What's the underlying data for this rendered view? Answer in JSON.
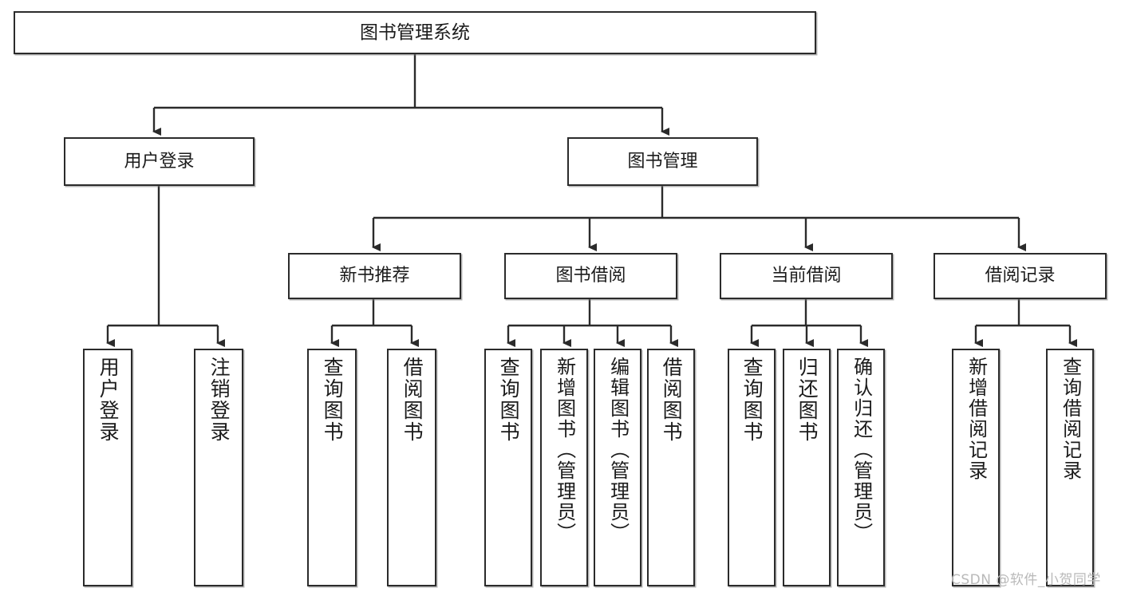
{
  "diagram": {
    "title": "图书管理系统",
    "type": "tree",
    "root": {
      "id": "root",
      "label": "图书管理系统"
    },
    "level2": [
      {
        "id": "user-login",
        "label": "用户登录"
      },
      {
        "id": "book-manage",
        "label": "图书管理"
      }
    ],
    "level3": [
      {
        "id": "new-book-rec",
        "label": "新书推荐"
      },
      {
        "id": "book-borrow",
        "label": "图书借阅"
      },
      {
        "id": "current-borrow",
        "label": "当前借阅"
      },
      {
        "id": "borrow-record",
        "label": "借阅记录"
      }
    ],
    "leaves": [
      {
        "id": "leaf-user-login",
        "label": "用户登录",
        "parent": "user-login"
      },
      {
        "id": "leaf-logout",
        "label": "注销登录",
        "parent": "user-login"
      },
      {
        "id": "leaf-query-book-1",
        "label": "查询图书",
        "parent": "new-book-rec"
      },
      {
        "id": "leaf-borrow-book-1",
        "label": "借阅图书",
        "parent": "new-book-rec"
      },
      {
        "id": "leaf-query-book-2",
        "label": "查询图书",
        "parent": "book-borrow"
      },
      {
        "id": "leaf-add-book",
        "label": "新增图书（管理员）",
        "parent": "book-borrow"
      },
      {
        "id": "leaf-edit-book",
        "label": "编辑图书（管理员）",
        "parent": "book-borrow"
      },
      {
        "id": "leaf-borrow-book-2",
        "label": "借阅图书",
        "parent": "book-borrow"
      },
      {
        "id": "leaf-query-book-3",
        "label": "查询图书",
        "parent": "current-borrow"
      },
      {
        "id": "leaf-return-book",
        "label": "归还图书",
        "parent": "current-borrow"
      },
      {
        "id": "leaf-confirm-return",
        "label": "确认归还（管理员）",
        "parent": "current-borrow"
      },
      {
        "id": "leaf-add-record",
        "label": "新增借阅记录",
        "parent": "borrow-record"
      },
      {
        "id": "leaf-query-record",
        "label": "查询借阅记录",
        "parent": "borrow-record"
      }
    ]
  },
  "watermark": {
    "text": "CSDN @软件_小贺同学"
  },
  "colors": {
    "stroke": "#2b2b2b",
    "fill": "#ffffff",
    "text": "#1b1b1b",
    "watermark": "#b9b9b9"
  }
}
